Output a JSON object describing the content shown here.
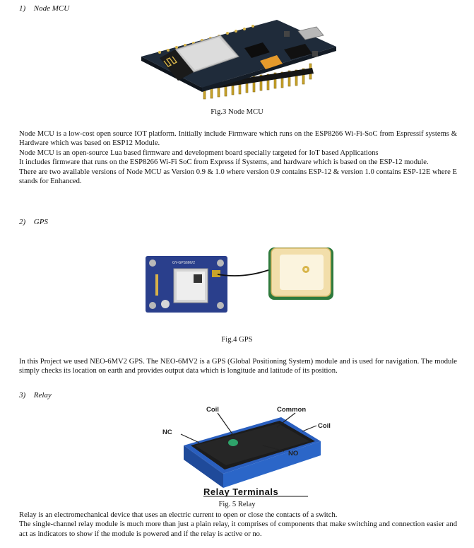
{
  "sections": {
    "nodemcu": {
      "number": "1)",
      "title": "Node MCU",
      "caption": "Fig.3 Node MCU",
      "paragraphs": [
        "Node MCU is a low-cost open source IOT platform. Initially include Firmware which runs on the ESP8266 Wi-Fi-SoC from Espressif systems & Hardware which was based on ESP12 Module.",
        "Node MCU is an open-source Lua based firmware and development board specially targeted for IoT based Applications",
        "It includes firmware that runs on the ESP8266 Wi-Fi SoC from Express if Systems, and hardware which is based on the ESP-12 module.",
        "There are two available versions of Node MCU as Version 0.9 & 1.0 where version 0.9 contains ESP-12 & version 1.0 contains ESP-12E where E stands for Enhanced."
      ]
    },
    "gps": {
      "number": "2)",
      "title": "GPS",
      "caption": "Fig.4 GPS",
      "board_label": "GY-GPS6MV2",
      "paragraphs": [
        "In this Project we used NEO-6MV2 GPS. The NEO-6MV2 is a GPS (Global Positioning System) module and is used for navigation.  The module simply checks its location on earth and provides output data which is longitude and latitude of its position."
      ]
    },
    "relay": {
      "number": "3)",
      "title": "Relay",
      "caption": "Fig. 5 Relay",
      "image_labels": {
        "coil_left": "Coil",
        "common": "Common",
        "coil_right": "Coil",
        "nc": "NC",
        "no": "NO",
        "title": "Relay Terminals"
      },
      "paragraphs": [
        "Relay is an electromechanical device that uses an electric current to open or close the contacts of a switch.",
        "The single-channel relay module is much more than just a plain relay, it comprises of components that make switching and connection easier and act as indicators to show if the module is powered and if the relay is active or no."
      ]
    }
  }
}
